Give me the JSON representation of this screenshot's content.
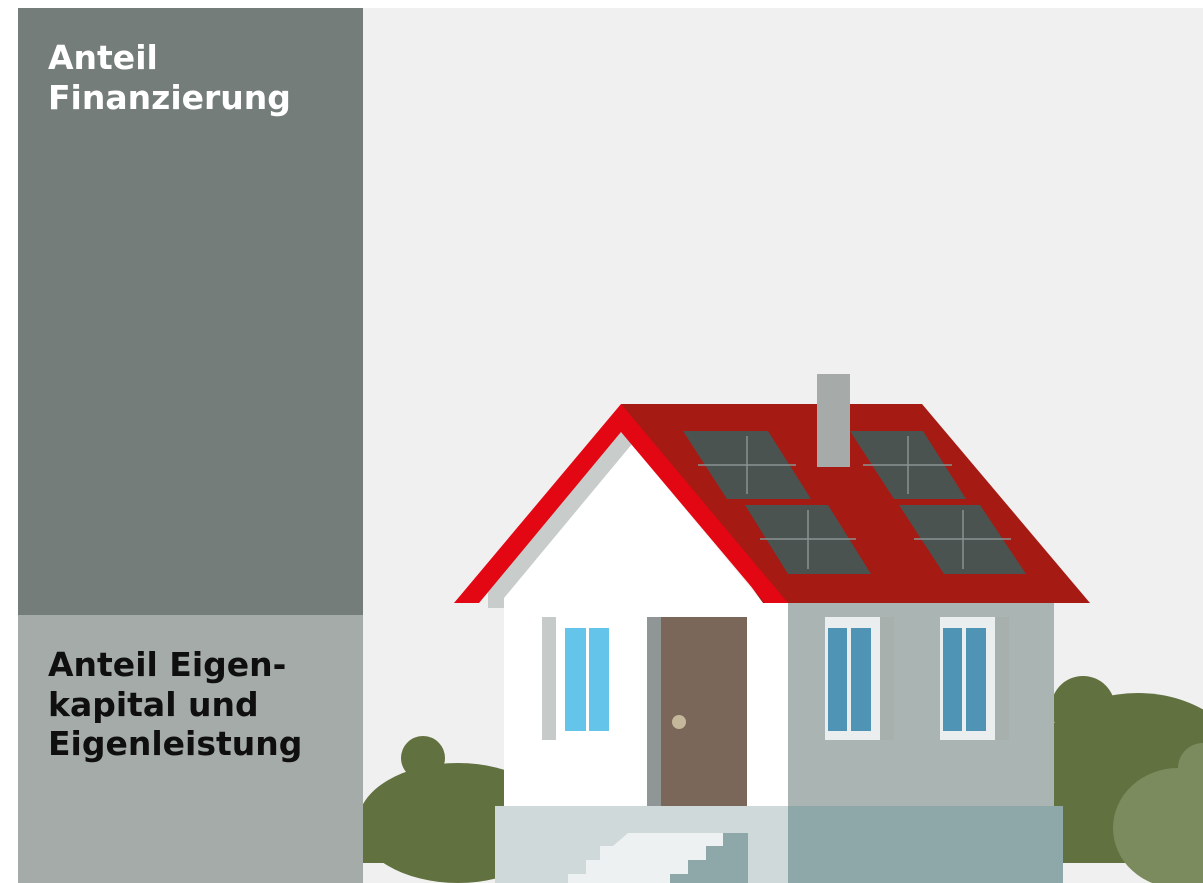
{
  "panels": {
    "financing": {
      "label": "Anteil\nFinanzierung",
      "color": "#757d7a",
      "text_color": "#ffffff"
    },
    "equity": {
      "label": "Anteil Eigen-\nkapital und\nEigenleistung",
      "color": "#a4aba9",
      "text_color": "#0f0f0f"
    }
  },
  "colors": {
    "background": "#f0f0f0",
    "roof": "#a61a14",
    "roof_edge": "#e30613",
    "wall_white": "#ffffff",
    "wall_grey": "#aab4b3",
    "solar_panel": "#4a5350",
    "door": "#7a675a",
    "window_light": "#65c4ea",
    "window_blue": "#4f94b4",
    "bush_dark": "#627140",
    "bush_light": "#7c8b5d",
    "chimney": "#a6abaa"
  },
  "icons": [
    "house-with-solar-roof",
    "bush",
    "chimney",
    "door",
    "window",
    "stairs"
  ]
}
